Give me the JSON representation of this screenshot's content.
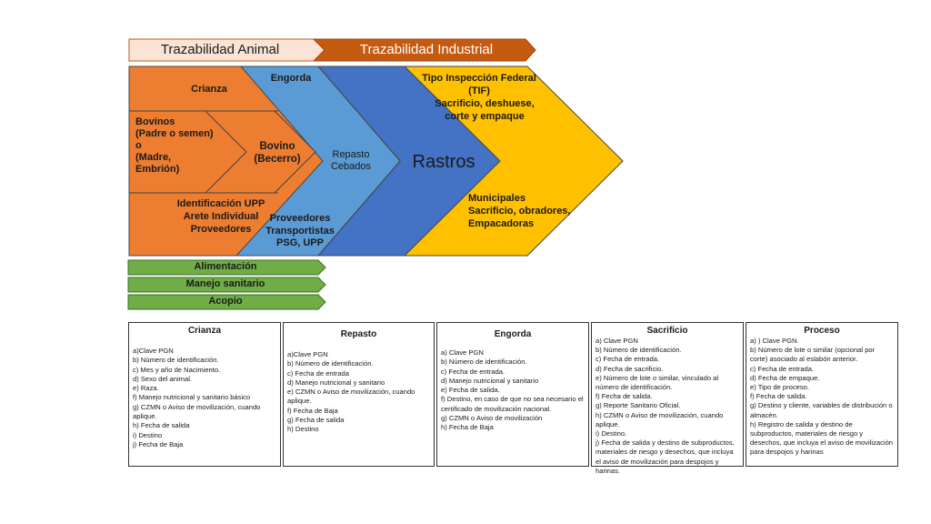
{
  "header": {
    "animal_label": "Trazabilidad Animal",
    "industrial_label": "Trazabilidad Industrial"
  },
  "diagram": {
    "crianza": "Crianza",
    "bovinos": [
      "Bovinos",
      "(Padre o semen)",
      "o",
      "(Madre, Embrión)"
    ],
    "bovino": [
      "Bovino",
      "(Becerro)"
    ],
    "identificacion": [
      "Identificación UPP",
      "Arete Individual",
      "Proveedores"
    ],
    "engorda": "Engorda",
    "repasto": [
      "Repasto",
      "Cebados"
    ],
    "proveedores": [
      "Proveedores",
      "Transportistas",
      "PSG, UPP"
    ],
    "rastros": "Rastros",
    "tif": [
      "Tipo Inspección  Federal",
      "(TIF)",
      "Sacrificio, deshuese,",
      "corte y empaque"
    ],
    "municipales": [
      "Municipales",
      "Sacrificio, obradores,",
      "Empacadoras"
    ]
  },
  "bars": [
    "Alimentación",
    "Manejo sanitario",
    "Acopio"
  ],
  "boxes": [
    {
      "title": "Crianza",
      "items": [
        "a)Clave PGN",
        "b) Número de identificación.",
        "c) Mes y año de Nacimiento.",
        "d) Sexo del animal.",
        "e) Raza.",
        "f) Manejo nutricional y sanitario básico",
        "g) CZMN o Aviso de movilización, cuando aplique.",
        "h) Fecha de salida",
        "i) Destino",
        "j) Fecha de Baja"
      ]
    },
    {
      "title": "Repasto",
      "items": [
        "a)Clave PGN",
        "b) Número de identificación.",
        "c) Fecha de entrada",
        "d) Manejo nutricional y sanitario",
        "e) CZMN o Aviso de movilización, cuando aplique.",
        "f) Fecha de Baja",
        "g) Fecha de salida",
        "h) Destino"
      ]
    },
    {
      "title": "Engorda",
      "items": [
        "a) Clave PGN",
        "b) Número de identificación.",
        "c) Fecha de entrada.",
        "d) Manejo nutricional y sanitario",
        "e) Fecha de salida.",
        "f) Destino, en caso de que no sea necesario el certificado de movilización nacional.",
        "g) CZMN o Aviso de movilización",
        "h) Fecha de Baja"
      ]
    },
    {
      "title": "Sacrificio",
      "items": [
        "a) Clave PGN",
        "b) Número de identificación.",
        "c) Fecha de entrada.",
        "d) Fecha de sacrificio.",
        "e) Número de lote o similar, vinculado al número de identificación.",
        "f) Fecha de salida.",
        "g) Reporte Sanitario Oficial.",
        "h) CZMN o Aviso de movilización, cuando aplique.",
        "i) Destino.",
        "j) Fecha de salida y destino de subproductos, materiales de riesgo y desechos, que incluya el aviso de movilización para despojos y harinas."
      ]
    },
    {
      "title": "Proceso",
      "items": [
        "a) ) Clave PGN.",
        "b) Número de lote o similar (opcional por corte) asociado al eslabón anterior.",
        "c) Fecha de entrada.",
        "d) Fecha de empaque.",
        "e) Tipo de proceso.",
        "f) Fecha de salida.",
        "g) Destino y cliente, variables de distribución o almacén.",
        "h) Registro de salida y destino de subproductos, materiales de riesgo y desechos, que incluya el aviso de movilización para despojos y harinas"
      ]
    }
  ],
  "colors": {
    "animal_fill": "#fbe4d5",
    "industrial_fill": "#c55a11",
    "orange": "#ed7d31",
    "light_blue": "#5b9bd5",
    "blue": "#4472c4",
    "gold": "#ffc000",
    "green": "#70ad47"
  }
}
